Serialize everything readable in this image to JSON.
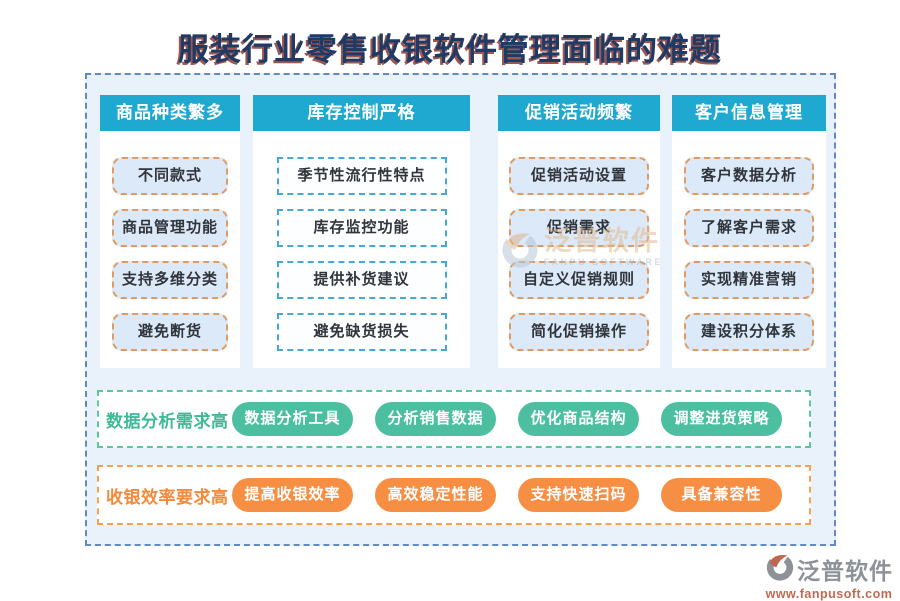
{
  "title": "服装行业零售收银软件管理面临的难题",
  "columns": [
    {
      "header": "商品种类繁多",
      "items": [
        "不同款式",
        "商品管理功能",
        "支持多维分类",
        "避免断货"
      ]
    },
    {
      "header": "库存控制严格",
      "items": [
        "季节性流行性特点",
        "库存监控功能",
        "提供补货建议",
        "避免缺货损失"
      ]
    },
    {
      "header": "促销活动频繁",
      "items": [
        "促销活动设置",
        "促销需求",
        "自定义促销规则",
        "简化促销操作"
      ]
    },
    {
      "header": "客户信息管理",
      "items": [
        "客户数据分析",
        "了解客户需求",
        "实现精准营销",
        "建设积分体系"
      ]
    }
  ],
  "bands": [
    {
      "label": "数据分析需求高",
      "pills": [
        "数据分析工具",
        "分析销售数据",
        "优化商品结构",
        "调整进货策略"
      ]
    },
    {
      "label": "收银效率要求高",
      "pills": [
        "提高收银效率",
        "高效稳定性能",
        "支持快速扫码",
        "具备兼容性"
      ]
    }
  ],
  "watermark": {
    "name": "泛普软件",
    "subtitle": "FANPU SOFTWARE"
  },
  "logo": {
    "name": "泛普软件",
    "url": "www.fanpusoft.com"
  },
  "colors": {
    "header_teal": "#1FA9D1",
    "frame_bg": "#E9F2FB",
    "frame_border": "#6089C6",
    "item_blue_bg": "#DCE9F8",
    "item_border_orange": "#E09A62",
    "item_border_blue": "#44A8D8",
    "green_pill": "#4CBFA0",
    "green_border": "#5BC6A2",
    "orange_pill": "#F68E44",
    "orange_border": "#F9A14E",
    "title_navy": "#203A66"
  }
}
